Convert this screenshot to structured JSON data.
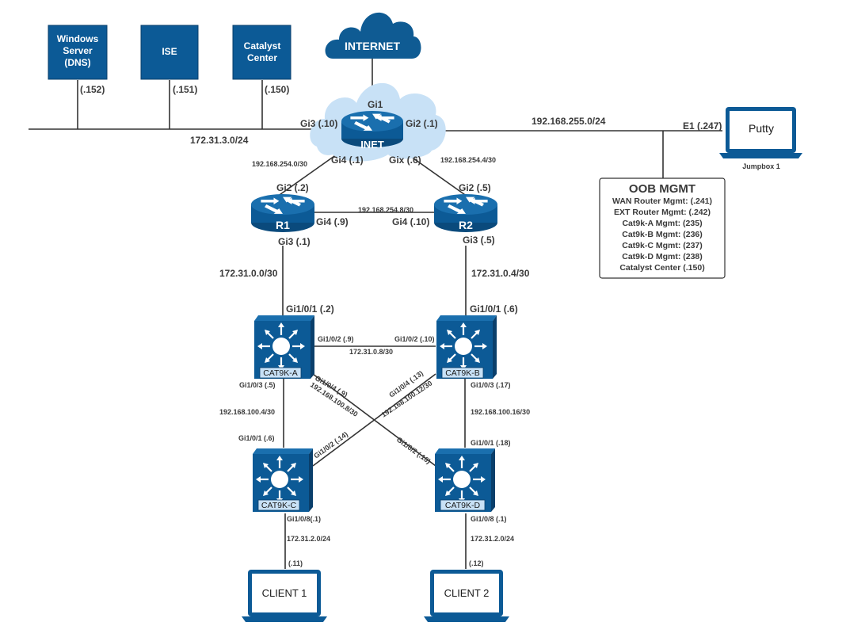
{
  "colors": {
    "device_blue": "#0c5a96",
    "cloud_blue": "#0f5b93",
    "light_cloud": "#c8e1f6",
    "line": "#333333"
  },
  "servers": {
    "dns": {
      "line1": "Windows",
      "line2": "Server",
      "line3": "(DNS)",
      "ip": "(.152)"
    },
    "ise": {
      "label": "ISE",
      "ip": "(.151)"
    },
    "dnac": {
      "line1": "Catalyst",
      "line2": "Center",
      "ip": "(.150)"
    }
  },
  "internet": {
    "label": "INTERNET"
  },
  "inet": {
    "label": "INET",
    "gi1": "Gi1",
    "gi3": "Gi3 (.10)",
    "gi2": "Gi2 (.1)",
    "gi4": "Gi4 (.1)",
    "gix": "Gix (.6)"
  },
  "subnets": {
    "mgmt_lan": "172.31.3.0/24",
    "oob": "192.168.255.0/24",
    "inet_r1": "192.168.254.0/30",
    "inet_r2": "192.168.254.4/30",
    "r1_r2": "192.168.254.8/30",
    "r1_a": "172.31.0.0/30",
    "r2_b": "172.31.0.4/30",
    "a_b": "172.31.0.8/30",
    "a_c": "192.168.100.4/30",
    "a_d": "192.168.100.8/30",
    "b_c": "192.168.100.12/30",
    "b_d": "192.168.100.16/30",
    "c_client": "172.31.2.0/24",
    "d_client": "172.31.2.0/24"
  },
  "r1": {
    "label": "R1",
    "gi2": "Gi2 (.2)",
    "gi4": "Gi4 (.9)",
    "gi3": "Gi3 (.1)"
  },
  "r2": {
    "label": "R2",
    "gi2": "Gi2 (.5)",
    "gi4": "Gi4 (.10)",
    "gi3": "Gi3 (.5)"
  },
  "cat_a": {
    "label": "CAT9K-A",
    "gi101": "Gi1/0/1 (.2)",
    "gi102": "Gi1/0/2 (.9)",
    "gi103": "Gi1/0/3 (.5)",
    "gi104": "Gi1/0/4 (.9)"
  },
  "cat_b": {
    "label": "CAT9K-B",
    "gi101": "Gi1/0/1 (.6)",
    "gi102": "Gi1/0/2 (.10)",
    "gi103": "Gi1/0/3 (.17)",
    "gi104": "Gi1/0/4 (.13)"
  },
  "cat_c": {
    "label": "CAT9K-C",
    "gi101": "Gi1/0/1 (.6)",
    "gi102": "Gi1/0/2 (.14)",
    "gi108": "Gi1/0/8(.1)"
  },
  "cat_d": {
    "label": "CAT9K-D",
    "gi101": "Gi1/0/1 (.18)",
    "gi102": "Gi1/0/2 (.10)",
    "gi108": "Gi1/0/8 (.1)"
  },
  "client1": {
    "label": "CLIENT 1",
    "ip": "(.11)"
  },
  "client2": {
    "label": "CLIENT 2",
    "ip": "(.12)"
  },
  "putty": {
    "label": "Putty",
    "caption": "Jumpbox 1",
    "e1": "E1 (.247)"
  },
  "oob_box": {
    "title": "OOB MGMT",
    "rows": [
      "WAN Router Mgmt: (.241)",
      "EXT Router Mgmt: (.242)",
      "Cat9k-A Mgmt: (235)",
      "Cat9k-B Mgmt: (236)",
      "Cat9k-C Mgmt: (237)",
      "Cat9k-D Mgmt: (238)",
      "Catalyst Center (.150)"
    ]
  }
}
